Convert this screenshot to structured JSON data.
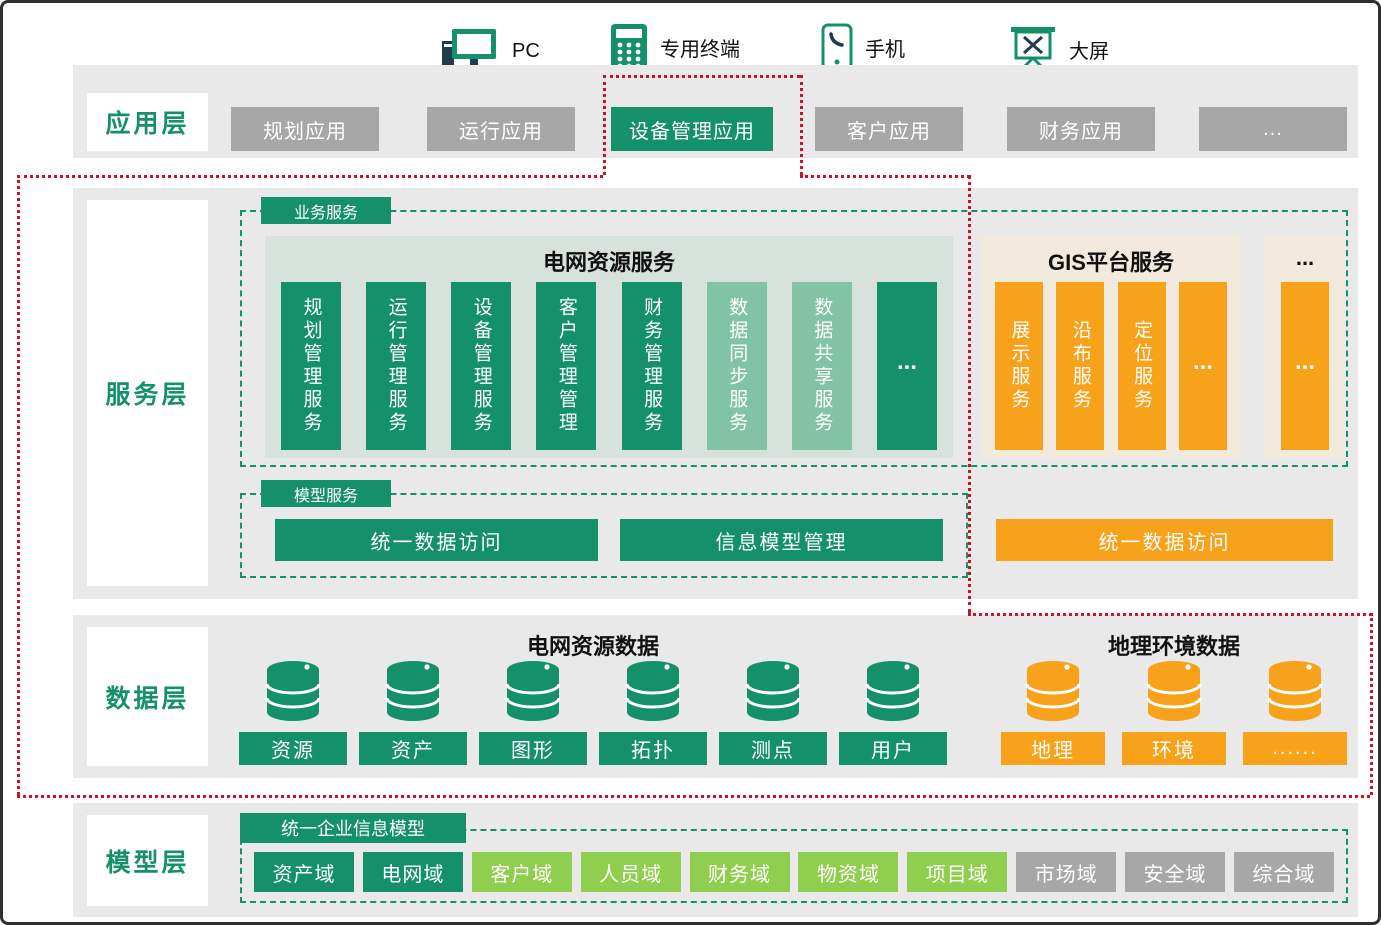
{
  "devices": [
    {
      "label": "PC"
    },
    {
      "label": "专用终端"
    },
    {
      "label": "手机"
    },
    {
      "label": "大屏"
    }
  ],
  "app_layer": {
    "label": "应用层",
    "apps": [
      "规划应用",
      "运行应用",
      "设备管理应用",
      "客户应用",
      "财务应用",
      "..."
    ]
  },
  "service_layer": {
    "label": "服务层",
    "business_group_label": "业务服务",
    "grid_panel": {
      "title": "电网资源服务",
      "columns": [
        "规划管理服务",
        "运行管理服务",
        "设备管理服务",
        "客户管理管理",
        "财务管理服务",
        "数据同步服务",
        "数据共享服务",
        "..."
      ]
    },
    "gis_panel": {
      "title": "GIS平台服务",
      "columns": [
        "展示服务",
        "沿布服务",
        "定位服务",
        "..."
      ]
    },
    "more_panel": {
      "title": "...",
      "column": "..."
    },
    "model_group_label": "模型服务",
    "model_buttons": [
      "统一数据访问",
      "信息模型管理"
    ],
    "gis_model_button": "统一数据访问"
  },
  "data_layer": {
    "label": "数据层",
    "grid_title": "电网资源数据",
    "geo_title": "地理环境数据",
    "grid_databases": [
      "资源",
      "资产",
      "图形",
      "拓扑",
      "测点",
      "用户"
    ],
    "geo_databases": [
      "地理",
      "环境",
      "......"
    ]
  },
  "model_layer": {
    "label": "模型层",
    "tag": "统一企业信息模型",
    "domains": [
      "资产域",
      "电网域",
      "客户域",
      "人员域",
      "财务域",
      "物资域",
      "项目域",
      "市场域",
      "安全域",
      "综合域"
    ]
  },
  "colors": {
    "primary_green": "#14916B",
    "light_green": "#82C3A6",
    "domain_light_green": "#8FCE4E",
    "orange": "#F8A21C",
    "gray": "#A7A7A7",
    "panel_sage": "#D8E2DD",
    "panel_beige": "#F1EADD",
    "band_gray": "#E9E9E9",
    "highlight_red": "#CE1126"
  }
}
